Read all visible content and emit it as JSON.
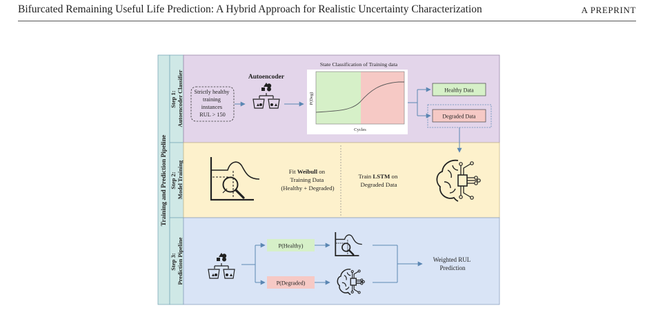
{
  "header": {
    "title": "Bifurcated Remaining Useful Life Prediction: A Hybrid Approach for Realistic Uncertainty Characterization",
    "tag": "A PREPRINT"
  },
  "pipeline": {
    "outer_label": "Training and Prediction Pipeline",
    "step1": {
      "label_line1": "Step 1:",
      "label_line2": "Autoencoder Classifier",
      "input_lines": [
        "Strictly healthy",
        "training",
        "instances",
        "RUL > 150"
      ],
      "autoencoder_label": "Autoencoder",
      "plot_title": "State Classification of Training data",
      "plot_xlabel": "Cycles",
      "plot_ylabel": "P(Deg)",
      "healthy_output": "Healthy Data",
      "degraded_output": "Degraded Data"
    },
    "step2": {
      "label_line1": "Step 2:",
      "label_line2": "Model Training",
      "weibull_line1_pre": "Fit ",
      "weibull_line1_bold": "Weibull",
      "weibull_line1_post": " on",
      "weibull_line2": "Training Data",
      "weibull_line3": "(Healthy + Degraded)",
      "lstm_line1_pre": "Train ",
      "lstm_line1_bold": "LSTM",
      "lstm_line1_post": " on",
      "lstm_line2": "Degraded Data"
    },
    "step3": {
      "label_line1": "Step 3:",
      "label_line2": "Prediction Pipeline",
      "p_healthy": "P(Healthy)",
      "p_degraded": "P(Degraded)",
      "output_line1": "Weighted RUL",
      "output_line2": "Prediction"
    }
  },
  "colors": {
    "step1_bg": "#e3d5ea",
    "step2_bg": "#fdf1cc",
    "step3_bg": "#d9e4f6",
    "sidebar": "#cfe8e6",
    "healthy": "#d6f0c8",
    "degraded": "#f6c9c5",
    "arrow": "#5b87b3"
  }
}
